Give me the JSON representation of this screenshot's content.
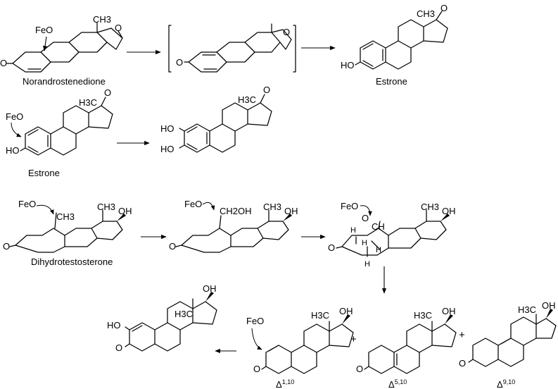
{
  "colors": {
    "ink": "#000000",
    "background": "#ffffff"
  },
  "labels": {
    "norandrostenedione": "Norandrostenedione",
    "estrone_top": "Estrone",
    "estrone_middle": "Estrone",
    "dihydrotestosterone": "Dihydrotestosterone"
  },
  "reagent": "FeO",
  "atoms": {
    "ch3": "CH3",
    "h3c": "H3C",
    "o": "O",
    "oh": "OH",
    "ho": "HO",
    "ch2oh": "CH2OH",
    "cho": "CH",
    "h": "H"
  },
  "symbols": {
    "plus": "+"
  },
  "isomers": [
    {
      "base": "Δ",
      "sup": "1,10"
    },
    {
      "base": "Δ",
      "sup": "5,10"
    },
    {
      "base": "Δ",
      "sup": "9,10"
    }
  ]
}
